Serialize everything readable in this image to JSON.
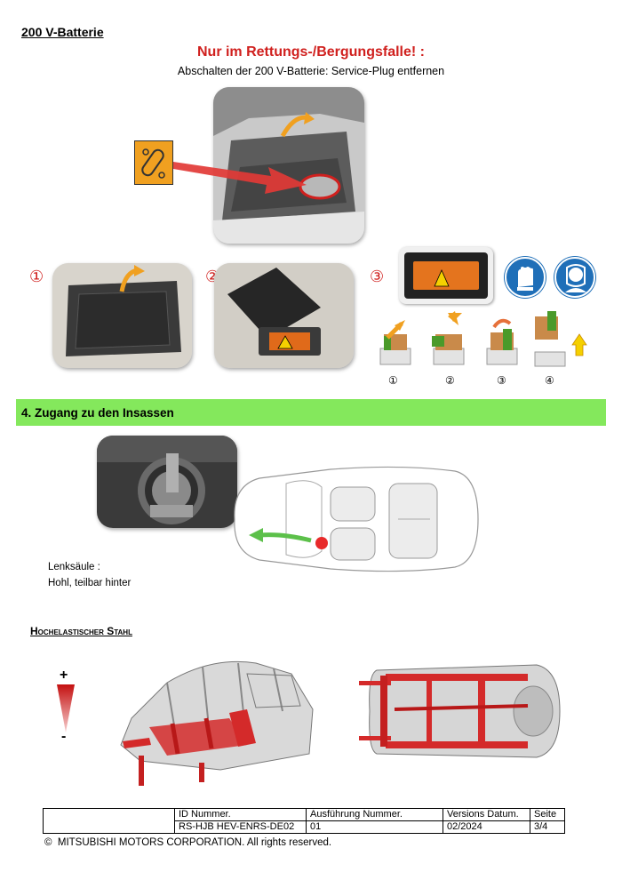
{
  "battery": {
    "title": "200 V-Batterie",
    "warning": "Nur im Rettungs-/Bergungsfalle! :",
    "instruction": "Abschalten der 200 V-Batterie: Service-Plug entfernen",
    "steps": [
      "①",
      "②",
      "③"
    ],
    "sub_steps": [
      "①",
      "②",
      "③",
      "④"
    ]
  },
  "access": {
    "title": "4. Zugang zu den Insassen",
    "steering_label": "Lenksäule :",
    "steering_value": "Hohl, teilbar hinter"
  },
  "steel": {
    "title": "Hochelastischer Stahl",
    "scale_plus": "+",
    "scale_minus": "-"
  },
  "footer": {
    "headers": [
      "ID Nummer.",
      "Ausführung Nummer.",
      "Versions Datum.",
      "Seite"
    ],
    "values": [
      "RS-HJB HEV-ENRS-DE02",
      "01",
      "02/2024",
      "3/4"
    ],
    "copyright": "MITSUBISHI MOTORS CORPORATION. All rights reserved.",
    "copyright_symbol": "©"
  },
  "colors": {
    "warning_red": "#d0201e",
    "section_green": "#84e85c",
    "steel_red": "#d42a2a",
    "arrow_green": "#5cc04a",
    "icon_orange": "#f0a020"
  }
}
